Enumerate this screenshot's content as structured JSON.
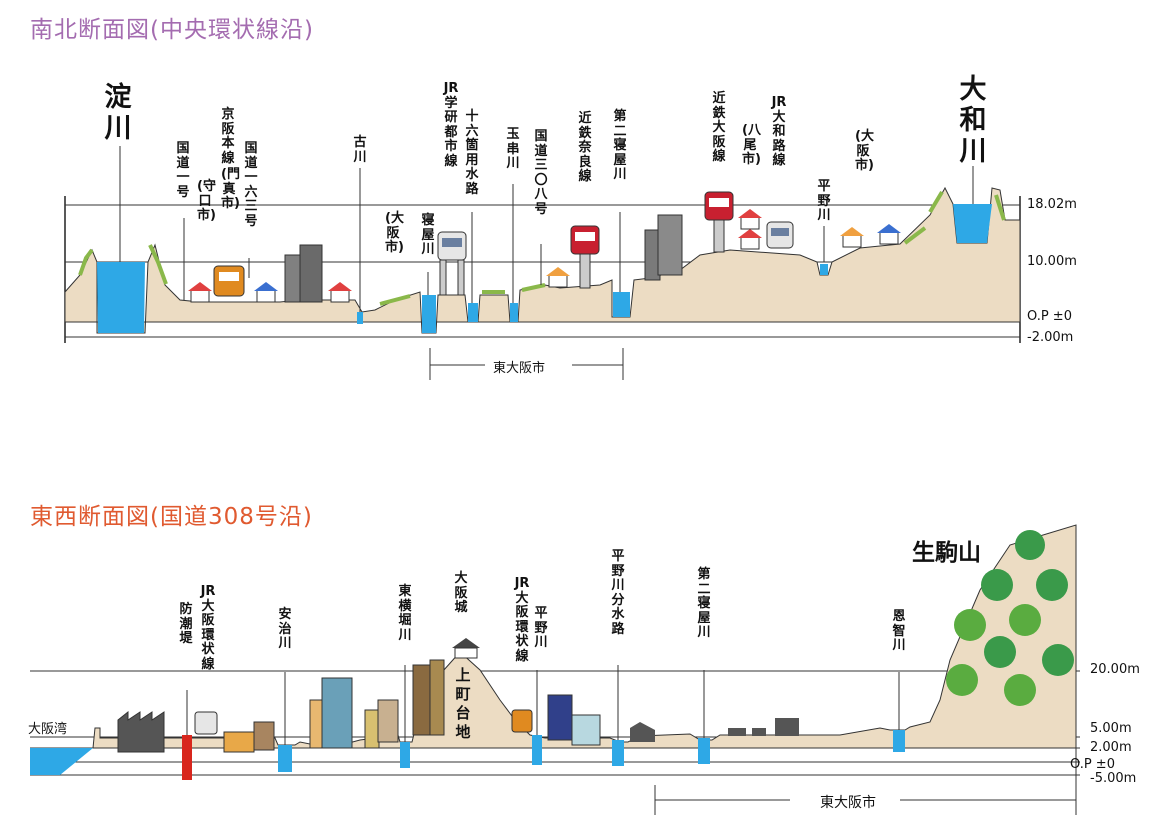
{
  "north_south": {
    "title": "南北断面図(中央環状線沿)",
    "levels": [
      "18.02m",
      "10.00m",
      "O.P ±0",
      "-2.00m"
    ],
    "labels": {
      "yodo": "淀川",
      "kokudo1": "国道一号",
      "keihan": "京阪本線",
      "moriguchi": "(守口市)",
      "kadoma": "(門真市)",
      "kokudo163": "国道一六三号",
      "furukawa": "古川",
      "osaka1": "(大阪市)",
      "neya1": "寝屋川",
      "jr_gakken": "JR学研都市線",
      "juroku": "十六箇用水路",
      "tamakushi": "玉串川",
      "kokudo308": "国道三〇八号",
      "kintetsu_nara": "近鉄奈良線",
      "daini_neya": "第二寝屋川",
      "kintetsu_osaka": "近鉄大阪線",
      "yao": "(八尾市)",
      "jr_yamatoji": "JR大和路線",
      "hirano": "平野川",
      "osaka2": "(大阪市)",
      "yamato": "大和川"
    },
    "range_label": "東大阪市"
  },
  "east_west": {
    "title": "東西断面図(国道308号沿)",
    "levels": [
      "20.00m",
      "5.00m",
      "2.00m",
      "O.P ±0",
      "-5.00m"
    ],
    "labels": {
      "osaka_bay": "大阪湾",
      "bochotei": "防潮堤",
      "jr_kanjo1": "JR大阪環状線",
      "aji": "安治川",
      "higashiyokobori": "東横堀川",
      "osakajo": "大阪城",
      "uemachi": "上町台地",
      "jr_kanjo2": "JR大阪環状線",
      "hirano": "平野川",
      "hirano_bunsui": "平野川分水路",
      "daini_neya": "第二寝屋川",
      "onchi": "恩智川",
      "ikoma": "生駒山"
    },
    "range_label": "東大阪市"
  },
  "colors": {
    "ground": "#ecdcc3",
    "water": "#2ea8e6",
    "grass": "#8ab84a",
    "title_ns": "#a46cb0",
    "title_ew": "#e05a30",
    "seawall": "#d8261d"
  }
}
